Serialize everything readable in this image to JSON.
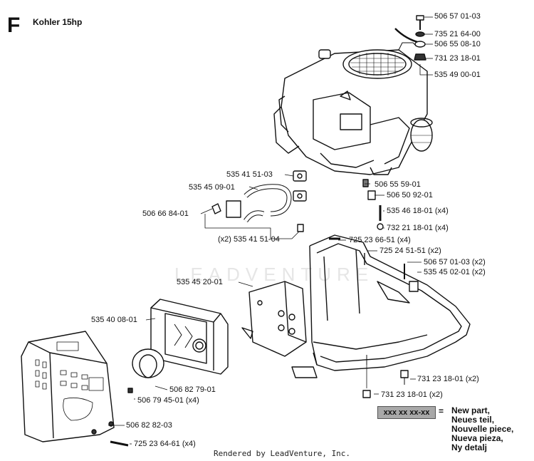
{
  "header": {
    "section_letter": "F",
    "title": "Kohler 15hp"
  },
  "watermark": "LEADVENTURE",
  "parts": [
    {
      "id": "p1",
      "number": "506 57 01-03"
    },
    {
      "id": "p2",
      "number": "735 21 64-00"
    },
    {
      "id": "p3",
      "number": "506 55 08-10"
    },
    {
      "id": "p4",
      "number": "731 23 18-01"
    },
    {
      "id": "p5",
      "number": "535 49 00-01"
    },
    {
      "id": "p6",
      "number": "535 41 51-03"
    },
    {
      "id": "p7",
      "number": "535 45 09-01"
    },
    {
      "id": "p8",
      "number": "506 66 84-01"
    },
    {
      "id": "p9",
      "number": "(x2) 535 41 51-04"
    },
    {
      "id": "p10",
      "number": "506 55 59-01"
    },
    {
      "id": "p11",
      "number": "506 50 92-01"
    },
    {
      "id": "p12",
      "number": "535 46 18-01 (x4)"
    },
    {
      "id": "p13",
      "number": "732 21 18-01 (x4)"
    },
    {
      "id": "p14",
      "number": "725 23 66-51 (x4)"
    },
    {
      "id": "p15",
      "number": "725 24 51-51 (x2)"
    },
    {
      "id": "p16",
      "number": "506 57 01-03 (x2)"
    },
    {
      "id": "p17",
      "number": "535 45 02-01 (x2)"
    },
    {
      "id": "p18",
      "number": "535 45 20-01"
    },
    {
      "id": "p19",
      "number": "535 40 08-01"
    },
    {
      "id": "p20",
      "number": "506 82 79-01"
    },
    {
      "id": "p21",
      "number": "506 79 45-01 (x4)"
    },
    {
      "id": "p22",
      "number": "731 23 18-01 (x2)"
    },
    {
      "id": "p23",
      "number": "731 23 18-01 (x2)"
    },
    {
      "id": "p24",
      "number": "506 82 82-03"
    },
    {
      "id": "p25",
      "number": "725 23 64-61 (x4)"
    }
  ],
  "legend": {
    "code": "xxx xx xx-xx",
    "equals": "=",
    "lines": [
      "New part,",
      "Neues teil,",
      "Nouvelle piece,",
      "Nueva pieza,",
      "Ny detalj"
    ]
  },
  "footer": {
    "credit": "Rendered by LeadVenture, Inc."
  }
}
